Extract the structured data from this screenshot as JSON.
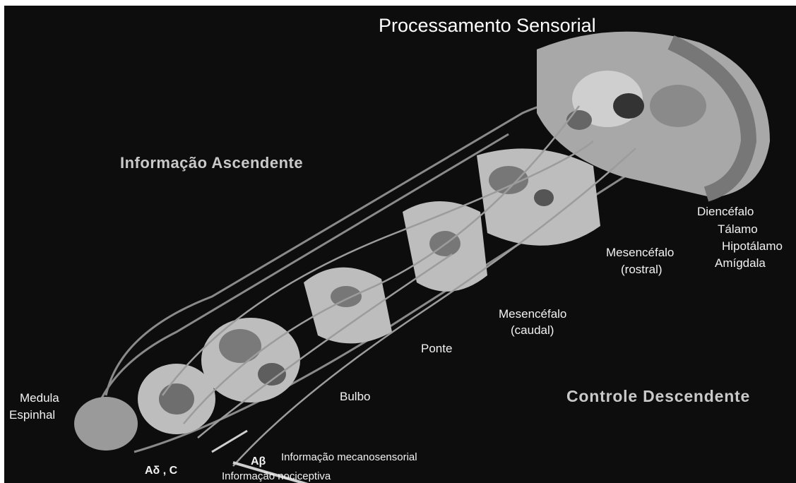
{
  "title": "Processamento  Sensorial",
  "ascending": "Informação Ascendente",
  "descending": "Controle Descendente",
  "regions": {
    "diencefalo": "Diencéfalo",
    "talamo": "Tálamo",
    "hipotalamo": "Hipotálamo",
    "amigdala": "Amígdala",
    "mes_rostral_1": "Mesencéfalo",
    "mes_rostral_2": "(rostral)",
    "mes_caudal_1": "Mesencéfalo",
    "mes_caudal_2": "(caudal)",
    "ponte": "Ponte",
    "bulbo": "Bulbo",
    "medula_1": "Medula",
    "medula_2": "Espinhal"
  },
  "fibers": {
    "abeta": "Aβ",
    "adelta_c": "Aδ , C",
    "mecano": "Informação mecanosensorial",
    "noci": "Informação nociceptiva"
  },
  "colors": {
    "background": "#0d0d0d",
    "tissue_light": "#bdbdbd",
    "tissue_dark": "#6e6e6e",
    "text": "#f2f2f2"
  }
}
